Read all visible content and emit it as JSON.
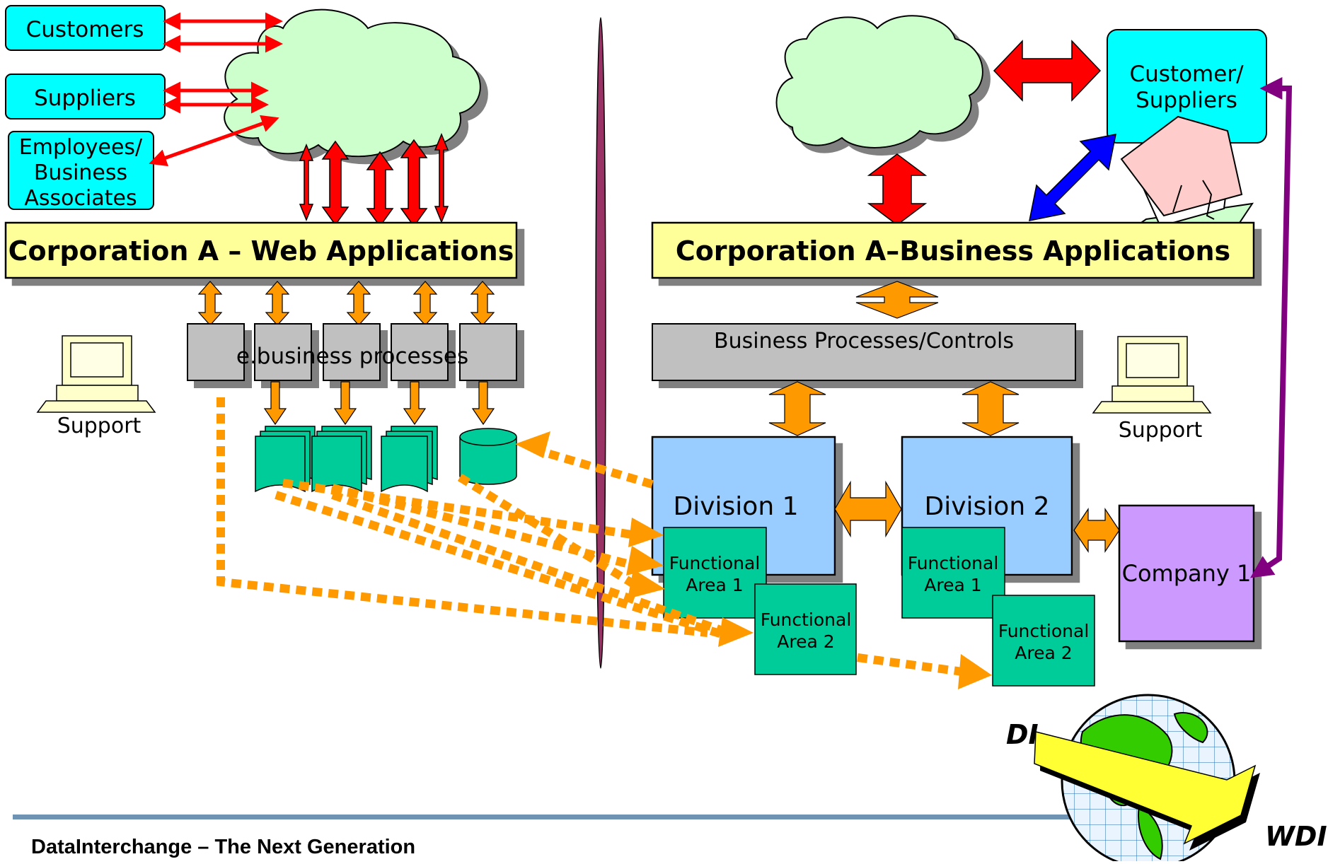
{
  "left": {
    "external": [
      "Customers",
      "Suppliers"
    ],
    "employees": [
      "Employees/",
      "Business",
      "Associates"
    ],
    "bar_title": "Corporation A – Web Applications",
    "processes_label": "e.business processes",
    "support_label": "Support"
  },
  "right": {
    "partner": [
      "Customer/",
      "Suppliers"
    ],
    "bar_title": "Corporation A–Business Applications",
    "processes_label": "Business Processes/Controls",
    "division1": "Division 1",
    "division2": "Division 2",
    "functional_area_1": [
      "Functional",
      "Area 1"
    ],
    "functional_area_2": [
      "Functional",
      "Area 2"
    ],
    "company": "Company 1",
    "support_label": "Support"
  },
  "logo": {
    "di": "DI",
    "wdi": "WDI"
  },
  "footer": {
    "title": "DataInterchange – The Next Generation"
  },
  "colors": {
    "cyan_box": "#00FFFF",
    "cloud": "#CCFFCC",
    "bar": "#FFFF99",
    "gray_box": "#C0C0C0",
    "division": "#99CCFF",
    "functional": "#00CC99",
    "company": "#CC99FF",
    "orange": "#FF9900",
    "red": "#FF0000",
    "purple": "#800080",
    "blue": "#0000FF",
    "divider": "#993366",
    "footer_rule": "#6F93B3"
  }
}
